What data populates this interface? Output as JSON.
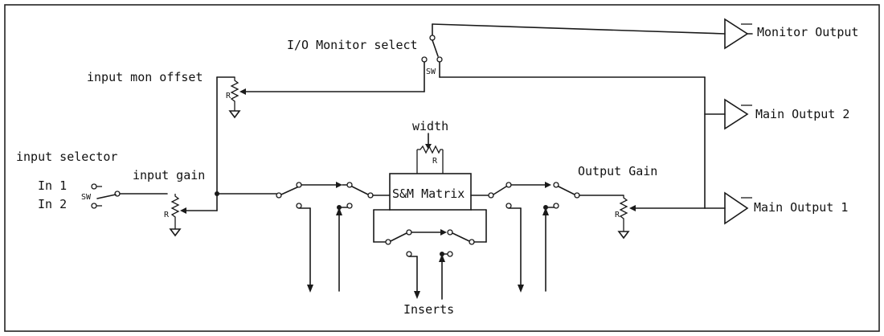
{
  "labels": {
    "io_monitor_select": "I/O Monitor select",
    "monitor_output": "Monitor Output",
    "input_mon_offset": "input mon offset",
    "main_output_2": "Main Output 2",
    "width": "width",
    "input_selector": "input selector",
    "input_gain": "input gain",
    "output_gain": "Output Gain",
    "in1": "In 1",
    "in2": "In 2",
    "sm_matrix": "S&M Matrix",
    "main_output_1": "Main Output 1",
    "inserts": "Inserts"
  },
  "marks": {
    "sw": "SW",
    "r": "R"
  }
}
